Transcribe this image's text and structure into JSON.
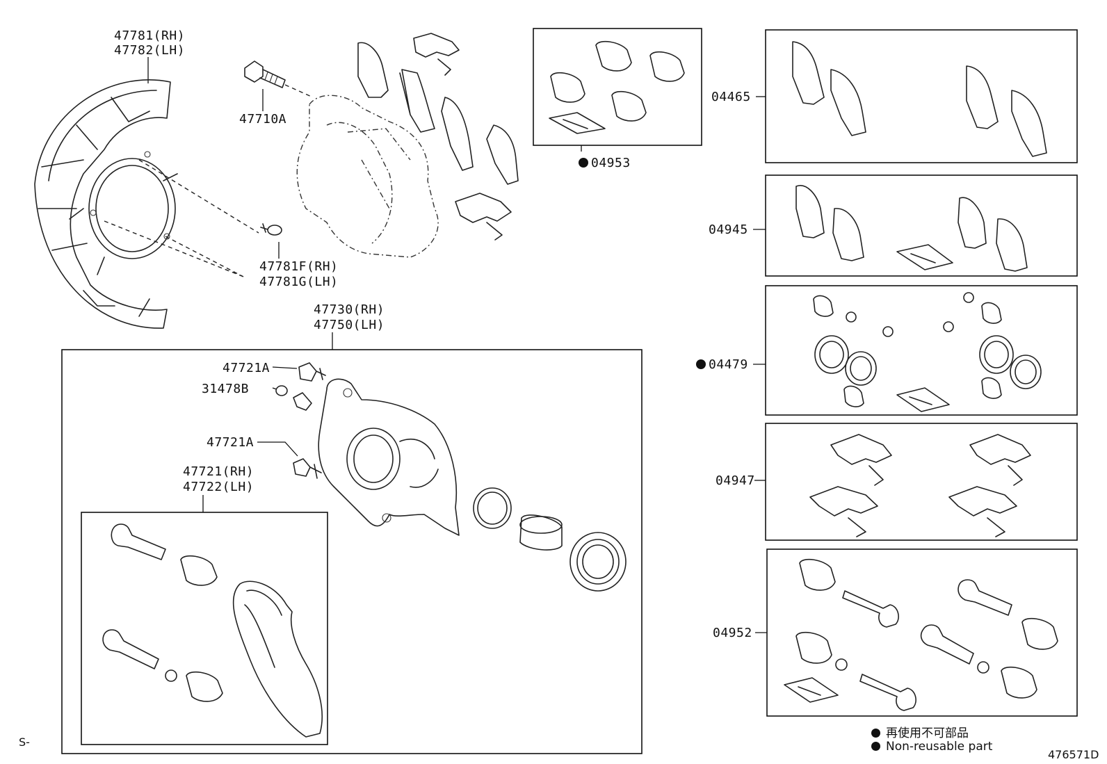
{
  "labels": {
    "shield_rh": "47781(RH)",
    "shield_lh": "47782(LH)",
    "bolt_top": "47710A",
    "screw_rh": "47781F(RH)",
    "screw_lh": "47781G(LH)",
    "caliper_rh": "47730(RH)",
    "caliper_lh": "47750(LH)",
    "bleeder_plug": "47721A",
    "bleeder_cap": "31478B",
    "bleeder_plug_2": "47721A",
    "pin_rh": "47721(RH)",
    "pin_lh": "47722(LH)"
  },
  "kits": [
    {
      "code": "04953",
      "non_reusable": true
    },
    {
      "code": "04465",
      "non_reusable": false
    },
    {
      "code": "04945",
      "non_reusable": false
    },
    {
      "code": "04479",
      "non_reusable": true
    },
    {
      "code": "04947",
      "non_reusable": false
    },
    {
      "code": "04952",
      "non_reusable": false
    }
  ],
  "legend": {
    "jp": "再使用不可部品",
    "en": "Non-reusable part"
  },
  "page_prefix": "S-",
  "drawing_number": "476571D"
}
